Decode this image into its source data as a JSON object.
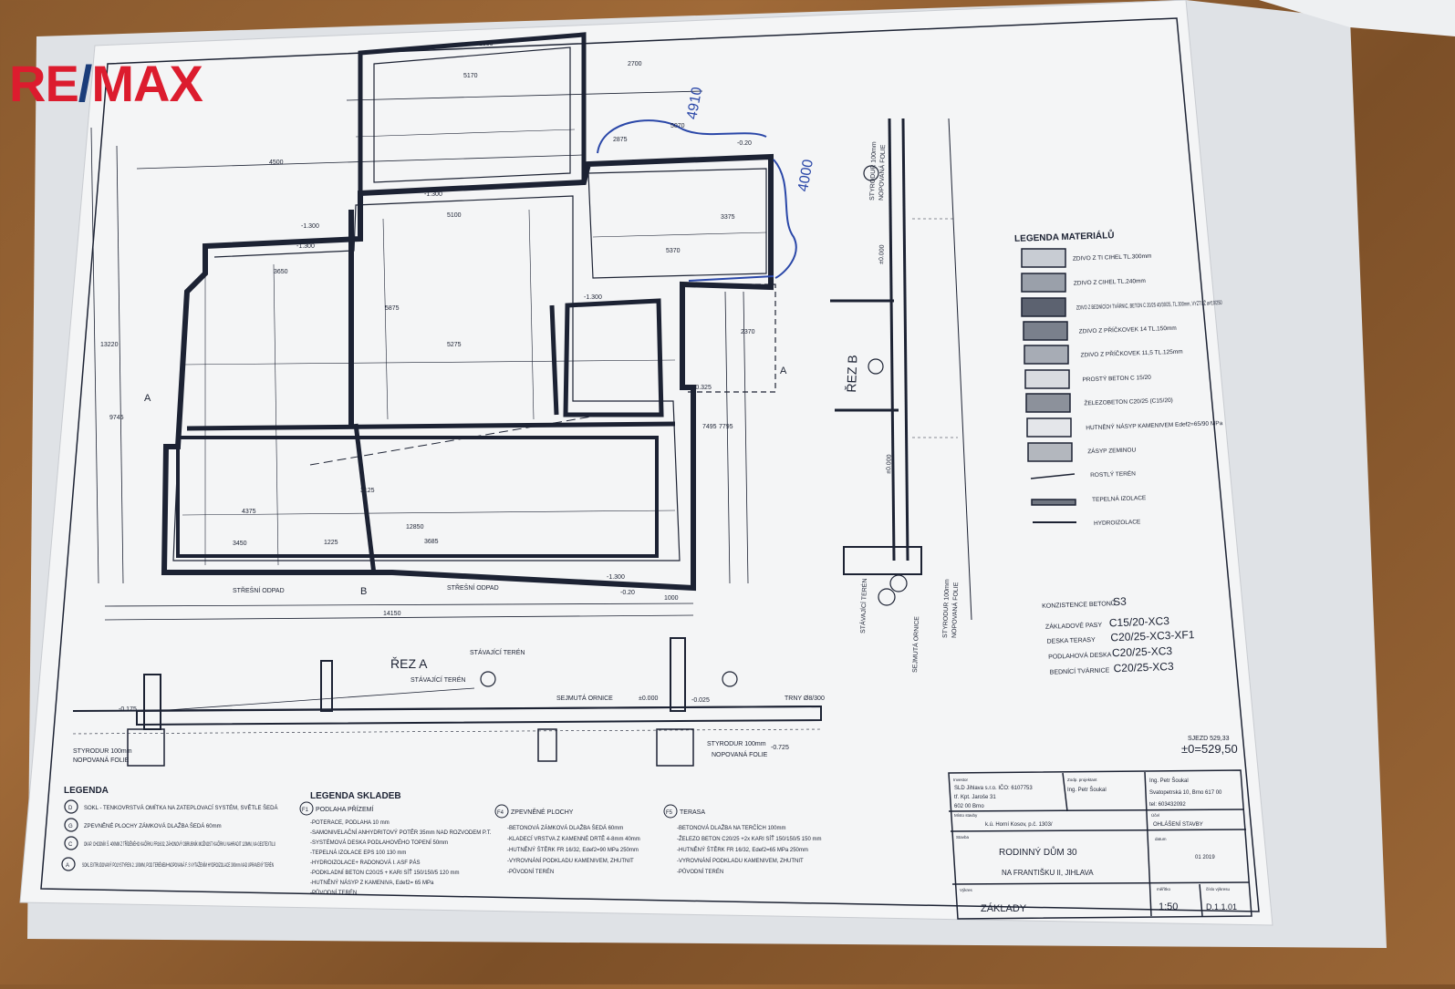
{
  "logo": {
    "re": "RE",
    "slash": "/",
    "max": "MAX",
    "color_red": "#dc1c2e",
    "color_blue": "#1b3d7a"
  },
  "colors": {
    "paper": "#f4f5f6",
    "ink": "#1c2233",
    "pen": "#2a47a8"
  },
  "plan": {
    "dims": [
      "1300",
      "5170",
      "2700",
      "4910",
      "2875",
      "5070",
      "4000",
      "4500",
      "5100",
      "3375",
      "5370",
      "2370",
      "5275",
      "5875",
      "3650",
      "4375",
      "12850",
      "3685",
      "14150",
      "1000",
      "3450",
      "1225",
      "7495",
      "7795",
      "3125",
      "9745",
      "13220"
    ],
    "levels": [
      "-1.300",
      "-1.300",
      "-1.300",
      "-0.325",
      "-0.325",
      "-1.300",
      "-1.300",
      "-0.20",
      "-0.20"
    ],
    "notes": [
      "STŘEŠNÍ ODPAD",
      "STŘEŠNÍ ODPAD",
      "A",
      "A",
      "B"
    ]
  },
  "section_a": {
    "title": "ŘEZ A",
    "labels": [
      "STÁVAJÍCÍ TERÉN",
      "STÁVAJÍCÍ TERÉN",
      "SEJMUTÁ ORNICE",
      "STYRODUR 100mm",
      "NOPOVANÁ FOLIE",
      "STYRODUR 100mm",
      "NOPOVANÁ FOLIE",
      "TRNY Ø8/300",
      "±0.000",
      "-0.025",
      "-0.175",
      "-0.725"
    ]
  },
  "section_b": {
    "title": "ŘEZ B",
    "labels": [
      "STYRODUR 100mm",
      "NOPOVANÁ FOLIE",
      "STÁVAJÍCÍ TERÉN",
      "SEJMUTÁ ORNICE",
      "STYRODUR 100mm",
      "NOPOVANÁ FOLIE",
      "±0.000",
      "±0.000"
    ]
  },
  "legend_materials": {
    "title": "LEGENDA MATERIÁLŮ",
    "items": [
      "ZDIVO Z TI CIHEL TL.300mm",
      "ZDIVO Z CIHEL TL.240mm",
      "ZDIVO Z BEDNÍCÍCH TVÁRNIC, BETON C 20/25 40/30/25, TL.300mm, VYZTUŽ ø#10/250",
      "ZDIVO Z PŘÍČKOVEK 14 TL.150mm",
      "ZDIVO Z PŘÍČKOVEK 11,5 TL.125mm",
      "PROSTÝ BETON C 15/20",
      "ŽELEZOBETON C20/25 (C15/20)",
      "HUTNĚNÝ NÁSYP KAMENIVEM Edef2=65/90 MPa",
      "ZÁSYP ZEMINOU",
      "ROSTLÝ TERÉN",
      "TEPELNÁ IZOLACE",
      "HYDROIZOLACE"
    ]
  },
  "concrete": {
    "title": "KONZISTENCE BETONŮ",
    "title_value": "S3",
    "rows": [
      {
        "label": "ZÁKLADOVÉ PASY",
        "value": "C15/20-XC3"
      },
      {
        "label": "DESKA TERASY",
        "value": "C20/25-XC3-XF1"
      },
      {
        "label": "PODLAHOVÁ DESKA",
        "value": "C20/25-XC3"
      },
      {
        "label": "BEDNÍCÍ TVÁRNICE",
        "value": "C20/25-XC3"
      }
    ]
  },
  "elevation": {
    "small": "SJEZD 529,33",
    "main": "±0=529,50"
  },
  "legend": {
    "title": "LEGENDA",
    "items": [
      "SOKL - TENKOVRSTVÁ OMÍTKA NA ZATEPLOVACÍ SYSTÉM, SVĚTLE ŠEDÁ",
      "ZPEVNĚNÉ PLOCHY ZÁMKOVÁ DLAŽBA ŠEDÁ 60mm",
      "OKAP. CHODNÍK Š. 400MM Z TŘÍDĚNÉHO KAČÍRKU FR16/32, ZÁHONOVÝ OBRUBNÍK MOŽNOST KAČÍRKU NAHRADIT 120MM, NA GEOTEXTILU",
      "SOKL EXTRUDOVANÝ POLYSTYREN 2. 100MM, POD TERÉNEM+NOPOVANÁ F. S VYTAŽENÍM HYDROIZOLACE 300mm NAD UPRAVENÝ TERÉN"
    ],
    "keys": [
      "D",
      "G",
      "C",
      "A"
    ]
  },
  "legend_layers": {
    "title": "LEGENDA SKLADEB",
    "f1": {
      "key": "F1",
      "title": "PODLAHA PŘÍZEMÍ",
      "rows": [
        "-POTERACE, PODLAHA 10 mm",
        "-SAMONIVELAČNÍ ANHYDRITOVÝ POTĚR 35mm NAD ROZVODEM P.T.",
        "-SYSTÉMOVÁ DESKA PODLAHOVÉHO TOPENÍ 50mm",
        "-TEPELNÁ IZOLACE EPS 100 130 mm",
        "-HYDROIZOLACE+ RADONOVÁ I. ASF PÁS",
        "-PODKLADNÍ BETON C20/25 + KARI SÍŤ 150/150/5 120 mm",
        "-HUTNĚNÝ NÁSYP Z KAMENIVA, Edef2= 65 MPa",
        "-PŮVODNÍ TERÉN"
      ]
    },
    "f4": {
      "key": "F4",
      "title": "ZPEVNĚNÉ PLOCHY",
      "rows": [
        "-BETONOVÁ ZÁMKOVÁ DLAŽBA ŠEDÁ 60mm",
        "-KLADECÍ VRSTVA Z KAMENNÉ DRTĚ 4-8mm 40mm",
        "-HUTNĚNÝ ŠTĚRK FR 16/32, Edef2=90 MPa 250mm",
        "-VYROVNÁNÍ PODKLADU KAMENIVEM, ZHUTNIT",
        "-PŮVODNÍ TERÉN"
      ]
    },
    "f5": {
      "key": "F5",
      "title": "TERASA",
      "rows": [
        "-BETONOVÁ DLAŽBA NA TERČÍCH 100mm",
        "-ŽELEZO BETON C20/25 +2x KARI SÍŤ 150/150/5 150 mm",
        "-HUTNĚNÝ ŠTĚRK FR 16/32, Edef2=65 MPa 250mm",
        "-VYROVNÁNÍ PODKLADU KAMENIVEM, ZHUTNIT",
        "-PŮVODNÍ TERÉN"
      ]
    }
  },
  "title_block": {
    "investor_label": "Investor",
    "investor": [
      "SLD Jihlava s.r.o. IČO: 6107753",
      "tř. Kpt. Jaroše 31",
      "602 00 Brno"
    ],
    "project_label": "Zodp. projektant",
    "project": "Ing. Petr Šoukal",
    "designer": [
      "Ing. Petr Šoukal",
      "Svatopetrská 10, Brno 617 00",
      "tel: 603432092"
    ],
    "site_label": "Místo stavby",
    "site": "k.ú. Horní Kosov, p.č. 1303/",
    "stage_label": "Účel",
    "stage": "OHLÁŠENÍ STAVBY",
    "building_label": "Stavba",
    "building": "RODINNÝ DŮM 30",
    "building2": "NA FRANTIŠKU II, JIHLAVA",
    "date_label": "datum",
    "date": "01 2019",
    "drawing_label": "Výkres",
    "drawing": "ZÁKLADY",
    "scale_label": "měřítko",
    "scale": "1:50",
    "number_label": "číslo výkresu",
    "number": "D.1.1.01"
  }
}
